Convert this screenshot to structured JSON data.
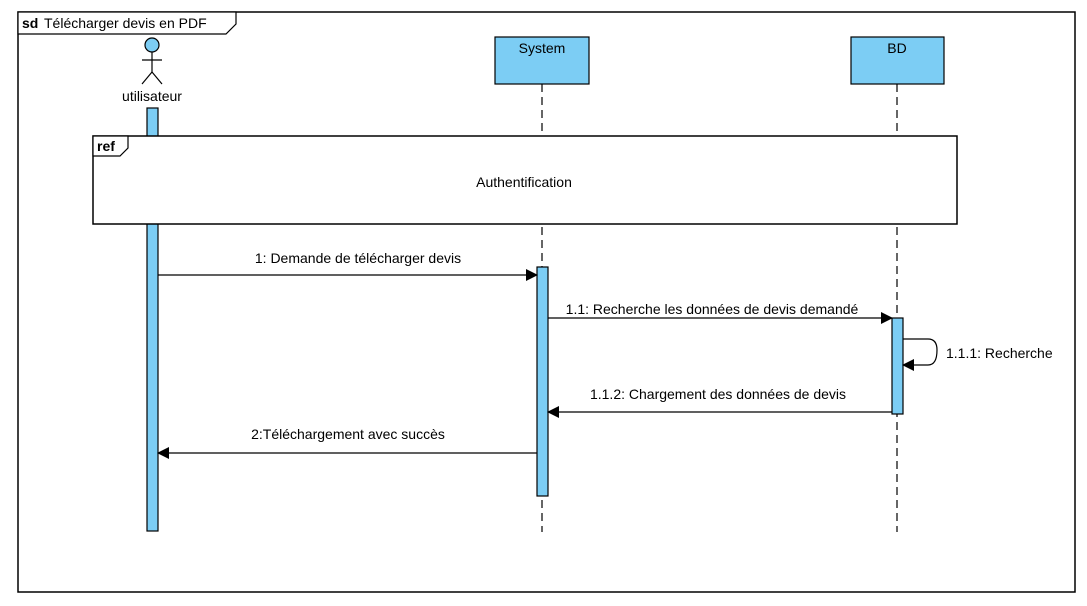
{
  "frame": {
    "kind": "sd",
    "title": "Télécharger devis en PDF"
  },
  "actor": {
    "name": "utilisateur"
  },
  "lifelines": [
    {
      "id": "system",
      "label": "System"
    },
    {
      "id": "bd",
      "label": "BD"
    }
  ],
  "ref": {
    "tag": "ref",
    "label": "Authentification"
  },
  "messages": [
    {
      "id": "m1",
      "label": "1: Demande de télécharger devis"
    },
    {
      "id": "m11",
      "label": "1.1: Recherche les données de devis demandé"
    },
    {
      "id": "m111",
      "label": "1.1.1: Recherche"
    },
    {
      "id": "m112",
      "label": "1.1.2: Chargement des données de devis"
    },
    {
      "id": "m2",
      "label": "2:Téléchargement avec succès"
    }
  ],
  "colors": {
    "lifeline_fill": "#7ccdf4",
    "stroke": "#000000",
    "background": "#ffffff"
  }
}
